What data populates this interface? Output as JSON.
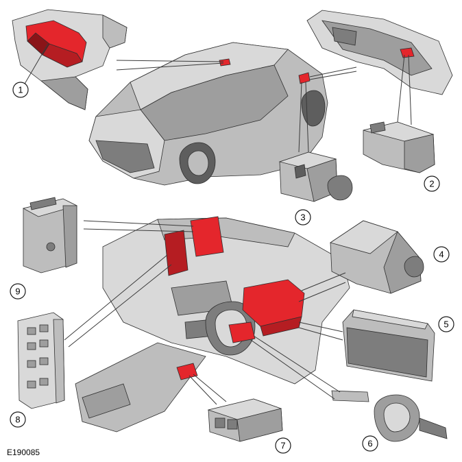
{
  "figure_ref": "E190085",
  "callouts": [
    {
      "number": "1"
    },
    {
      "number": "2"
    },
    {
      "number": "3"
    },
    {
      "number": "4"
    },
    {
      "number": "5"
    },
    {
      "number": "6"
    },
    {
      "number": "7"
    },
    {
      "number": "8"
    },
    {
      "number": "9"
    }
  ],
  "colors": {
    "highlight": "#e4262c",
    "body_grey": "#bdbdbd",
    "outline": "#2e2e2e"
  }
}
